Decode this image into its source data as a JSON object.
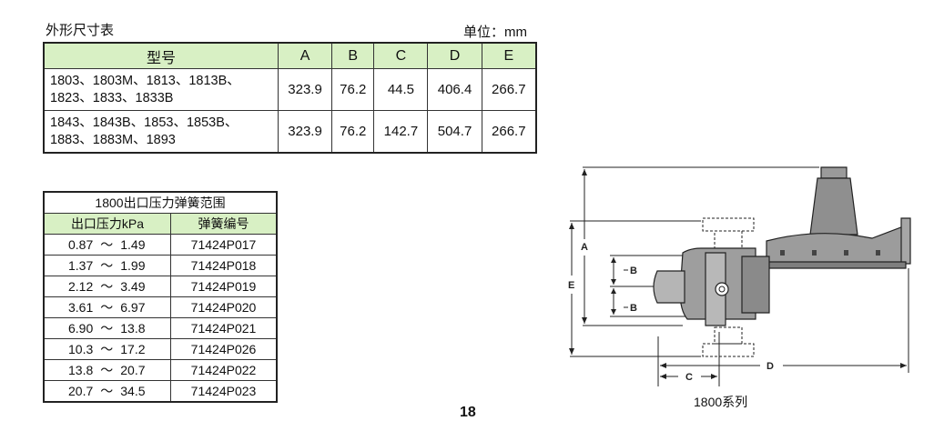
{
  "dimension_table": {
    "title": "外形尺寸表",
    "unit_label": "单位：",
    "unit": "mm",
    "headers": [
      "型号",
      "A",
      "B",
      "C",
      "D",
      "E"
    ],
    "rows": [
      {
        "model_line1": "1803、1803M、1813、1813B、",
        "model_line2": "1823、1833、1833B",
        "values": [
          "323.9",
          "76.2",
          "44.5",
          "406.4",
          "266.7"
        ]
      },
      {
        "model_line1": "1843、1843B、1853、1853B、",
        "model_line2": "1883、1883M、1893",
        "values": [
          "323.9",
          "76.2",
          "142.7",
          "504.7",
          "266.7"
        ]
      }
    ]
  },
  "spring_table": {
    "title": "1800出口压力弹簧范围",
    "headers": [
      "出口压力kPa",
      "弹簧编号"
    ],
    "tilde": "～",
    "rows": [
      {
        "low": "0.87",
        "high": "1.49",
        "part": "71424P017"
      },
      {
        "low": "1.37",
        "high": "1.99",
        "part": "71424P018"
      },
      {
        "low": "2.12",
        "high": "3.49",
        "part": "71424P019"
      },
      {
        "low": "3.61",
        "high": "6.97",
        "part": "71424P020"
      },
      {
        "low": "6.90",
        "high": "13.8",
        "part": "71424P021"
      },
      {
        "low": "10.3",
        "high": "17.2",
        "part": "71424P026"
      },
      {
        "low": "13.8",
        "high": "20.7",
        "part": "71424P022"
      },
      {
        "low": "20.7",
        "high": "34.5",
        "part": "71424P023"
      }
    ]
  },
  "diagram": {
    "labels": {
      "a": "A",
      "b1": "B",
      "b2": "B",
      "c": "C",
      "d": "D",
      "e": "E"
    },
    "caption": "1800系列"
  },
  "page_number": "18"
}
